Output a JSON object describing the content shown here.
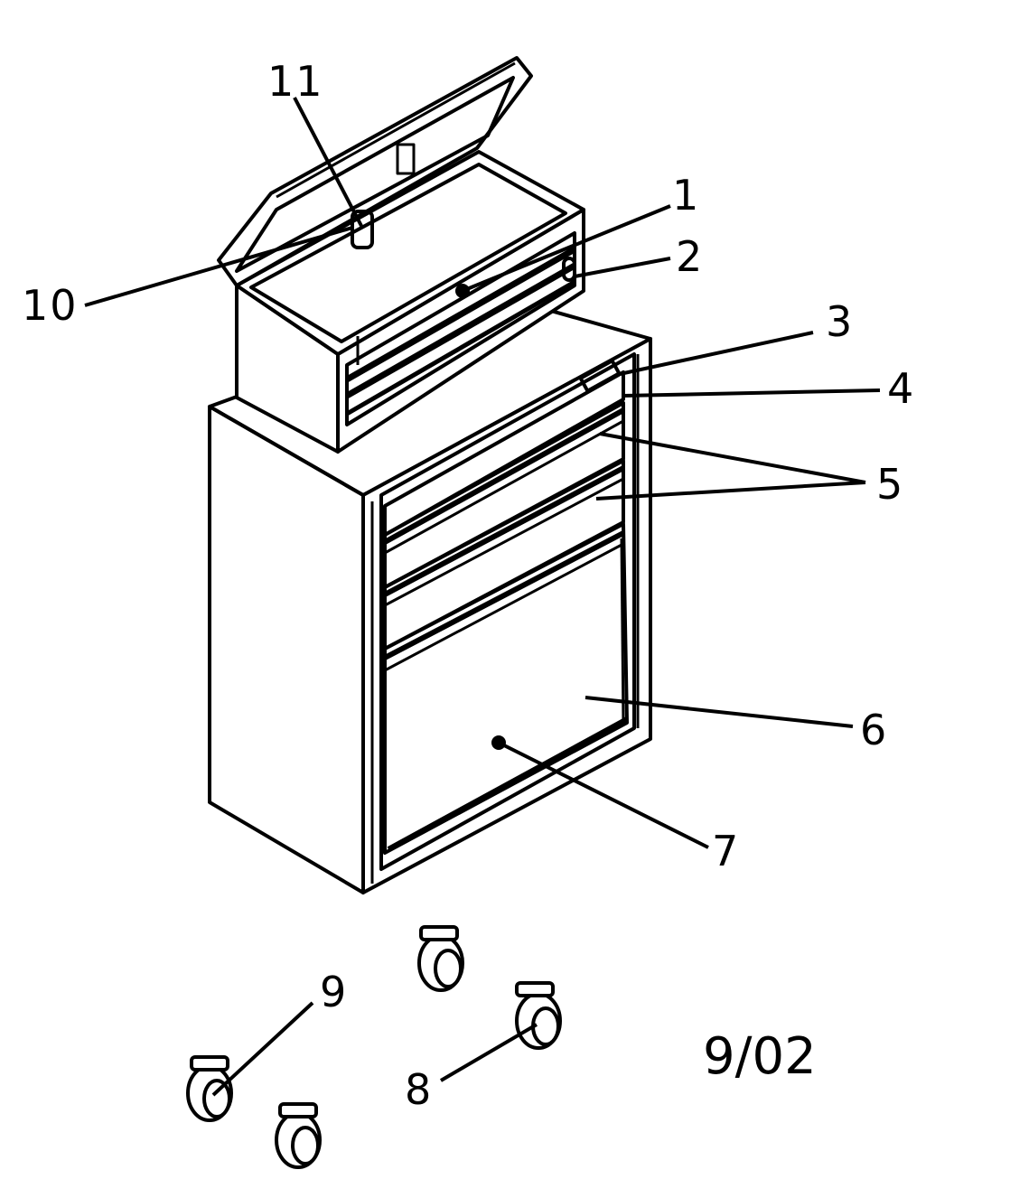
{
  "diagram": {
    "ink_color": "#000000",
    "background_color": "#ffffff",
    "callouts": [
      {
        "id": "1",
        "label": "1"
      },
      {
        "id": "2",
        "label": "2"
      },
      {
        "id": "3",
        "label": "3"
      },
      {
        "id": "4",
        "label": "4"
      },
      {
        "id": "5",
        "label": "5"
      },
      {
        "id": "6",
        "label": "6"
      },
      {
        "id": "7",
        "label": "7"
      },
      {
        "id": "8",
        "label": "8"
      },
      {
        "id": "9",
        "label": "9"
      },
      {
        "id": "10",
        "label": "10"
      },
      {
        "id": "11",
        "label": "11"
      }
    ],
    "date_code": "9/02"
  }
}
